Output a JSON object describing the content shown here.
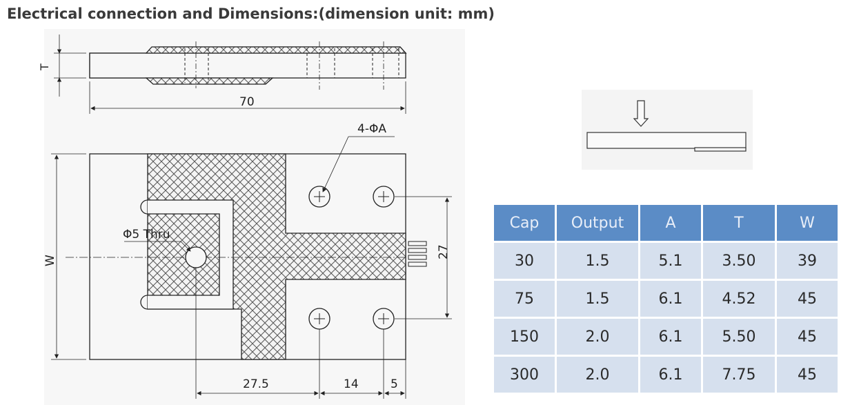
{
  "heading": "Electrical connection and Dimensions:(dimension unit: mm)",
  "drawing": {
    "label_T": "T",
    "label_W": "W",
    "dim_length": "70",
    "dim_holes": "4-ΦA",
    "dim_thru": "Φ5 Thru",
    "dim_spacing": "27",
    "dim_a": "27.5",
    "dim_b": "14",
    "dim_c": "5"
  },
  "table": {
    "headers": [
      "Cap",
      "Output",
      "A",
      "T",
      "W"
    ],
    "rows": [
      [
        "30",
        "1.5",
        "5.1",
        "3.50",
        "39"
      ],
      [
        "75",
        "1.5",
        "6.1",
        "4.52",
        "45"
      ],
      [
        "150",
        "2.0",
        "6.1",
        "5.50",
        "45"
      ],
      [
        "300",
        "2.0",
        "6.1",
        "7.75",
        "45"
      ]
    ]
  }
}
